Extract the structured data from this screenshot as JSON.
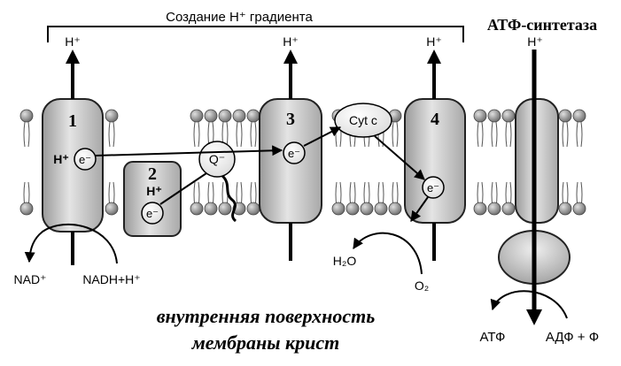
{
  "header": {
    "gradient_label": "Создание H⁺ градиента",
    "atp_synthase_label": "АТФ-синтетаза"
  },
  "proton_labels": [
    "H⁺",
    "H⁺",
    "H⁺",
    "H⁺"
  ],
  "complexes": {
    "c1": {
      "number": "1",
      "proton": "H⁺",
      "electron": "e⁻"
    },
    "c2": {
      "number": "2",
      "proton": "H⁺",
      "electron": "e⁻"
    },
    "c3": {
      "number": "3",
      "electron": "e⁻"
    },
    "c4": {
      "number": "4",
      "electron": "e⁻"
    }
  },
  "carriers": {
    "quinone": "Q⁻",
    "cytochrome": "Cyt c"
  },
  "substrates": {
    "nad": "NAD⁺",
    "nadh": "NADH+H⁺",
    "water": "H₂O",
    "oxygen": "O₂",
    "atp": "АТФ",
    "adp": "АДФ + Ф"
  },
  "caption": {
    "line1": "внутренняя поверхность",
    "line2": "мембраны крист"
  }
}
